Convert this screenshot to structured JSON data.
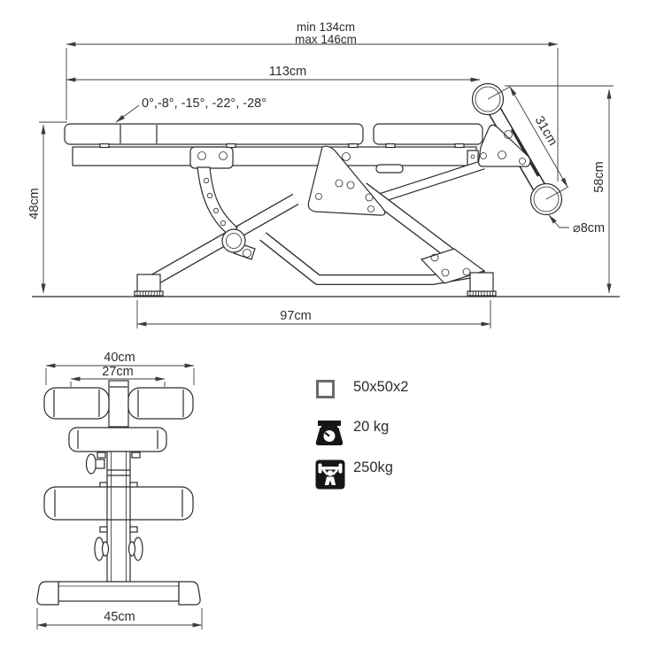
{
  "side_view": {
    "dim_span_min": "min 134cm",
    "dim_span_max": "max 146cm",
    "dim_length_top": "113cm",
    "angles": "0°,-8°, -15°, -22°, -28°",
    "dim_height_front": "48cm",
    "dim_height_rear": "58cm",
    "dim_roller_arm": "31cm",
    "dim_roller_diameter": "⌀8cm",
    "dim_footprint": "97cm"
  },
  "front_view": {
    "dim_roller_span": "40cm",
    "dim_pad_width": "27cm",
    "dim_base_width": "45cm"
  },
  "legend": {
    "items": [
      {
        "icon": "tube-profile-icon",
        "label": "50x50x2"
      },
      {
        "icon": "scale-icon",
        "label": "20 kg"
      },
      {
        "icon": "max-load-icon",
        "label": "250kg"
      }
    ]
  },
  "colors": {
    "line": "#2c2c2c",
    "dimension": "#3b3b3b",
    "text": "#2d2d2d",
    "icon_dark": "#161616",
    "icon_gray": "#6a6a6a"
  }
}
